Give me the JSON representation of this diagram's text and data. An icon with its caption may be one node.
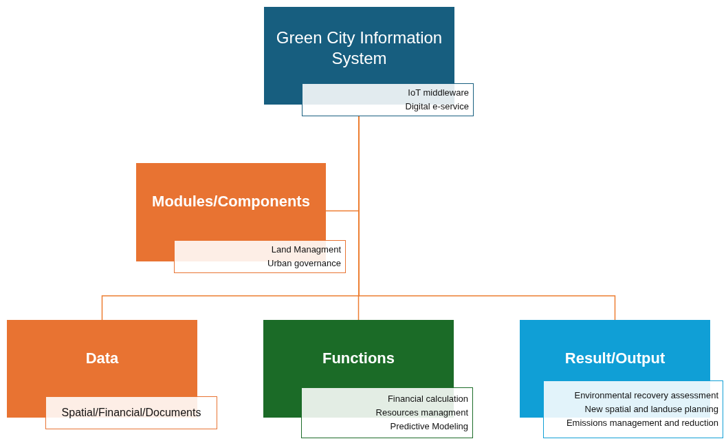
{
  "diagram": {
    "nodes": [
      {
        "text": [
          "Green City Information System"
        ]
      },
      {
        "text": [
          "IoT middleware",
          "Digital e-service"
        ]
      },
      {
        "text": [
          "Modules/Components"
        ]
      },
      {
        "text": [
          "Land Managment",
          "Urban governance"
        ]
      },
      {
        "text": [
          "Data"
        ]
      },
      {
        "text": [
          "Spatial/Financial/Documents"
        ]
      },
      {
        "text": [
          "Functions"
        ]
      },
      {
        "text": [
          "Financial calculation",
          "Resources managment",
          "Predictive Modeling"
        ]
      },
      {
        "text": [
          "Result/Output"
        ]
      },
      {
        "text": [
          "Environmental recovery assessment",
          "New spatial and landuse planning",
          "Emissions management and reduction"
        ]
      }
    ],
    "edges": [
      {
        "from": 1,
        "to": 2,
        "arrow": "none"
      },
      {
        "from": 1,
        "to": 4,
        "arrow": "none"
      },
      {
        "from": 1,
        "to": 6,
        "arrow": "none"
      },
      {
        "from": 1,
        "to": 8,
        "arrow": "none"
      }
    ]
  }
}
